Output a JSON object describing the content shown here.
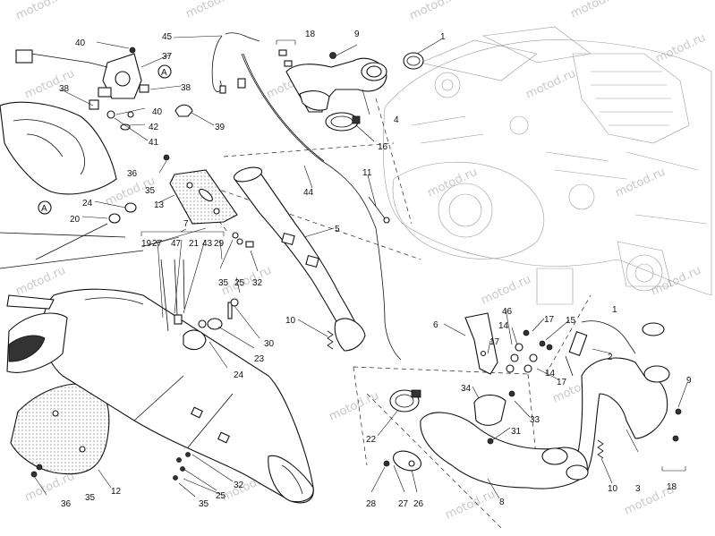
{
  "watermark": "motod.ru",
  "reference_marker": "A",
  "callouts": {
    "c1a": "1",
    "c1b": "1",
    "c2": "2",
    "c3": "3",
    "c4": "4",
    "c5": "5",
    "c6": "6",
    "c7": "7",
    "c8": "8",
    "c9a": "9",
    "c9b": "9",
    "c10a": "10",
    "c10b": "10",
    "c11": "11",
    "c12": "12",
    "c13": "13",
    "c14a": "14",
    "c14b": "14",
    "c15": "15",
    "c16": "16",
    "c17a": "17",
    "c17b": "17",
    "c17c": "17",
    "c18a": "18",
    "c18b": "18",
    "c19": "19",
    "c20": "20",
    "c21": "21",
    "c22": "22",
    "c23": "23",
    "c24a": "24",
    "c24b": "24",
    "c25a": "25",
    "c25b": "25",
    "c26": "26",
    "c27a": "27",
    "c27b": "27",
    "c28": "28",
    "c29": "29",
    "c30": "30",
    "c31": "31",
    "c32a": "32",
    "c32b": "32",
    "c33": "33",
    "c34": "34",
    "c35a": "35",
    "c35b": "35",
    "c35c": "35",
    "c35d": "35",
    "c36a": "36",
    "c36b": "36",
    "c37": "37",
    "c38a": "38",
    "c38b": "38",
    "c39": "39",
    "c40a": "40",
    "c40b": "40",
    "c41": "41",
    "c42": "42",
    "c43": "43",
    "c44": "44",
    "c45": "45",
    "c46": "46",
    "c47": "47"
  }
}
